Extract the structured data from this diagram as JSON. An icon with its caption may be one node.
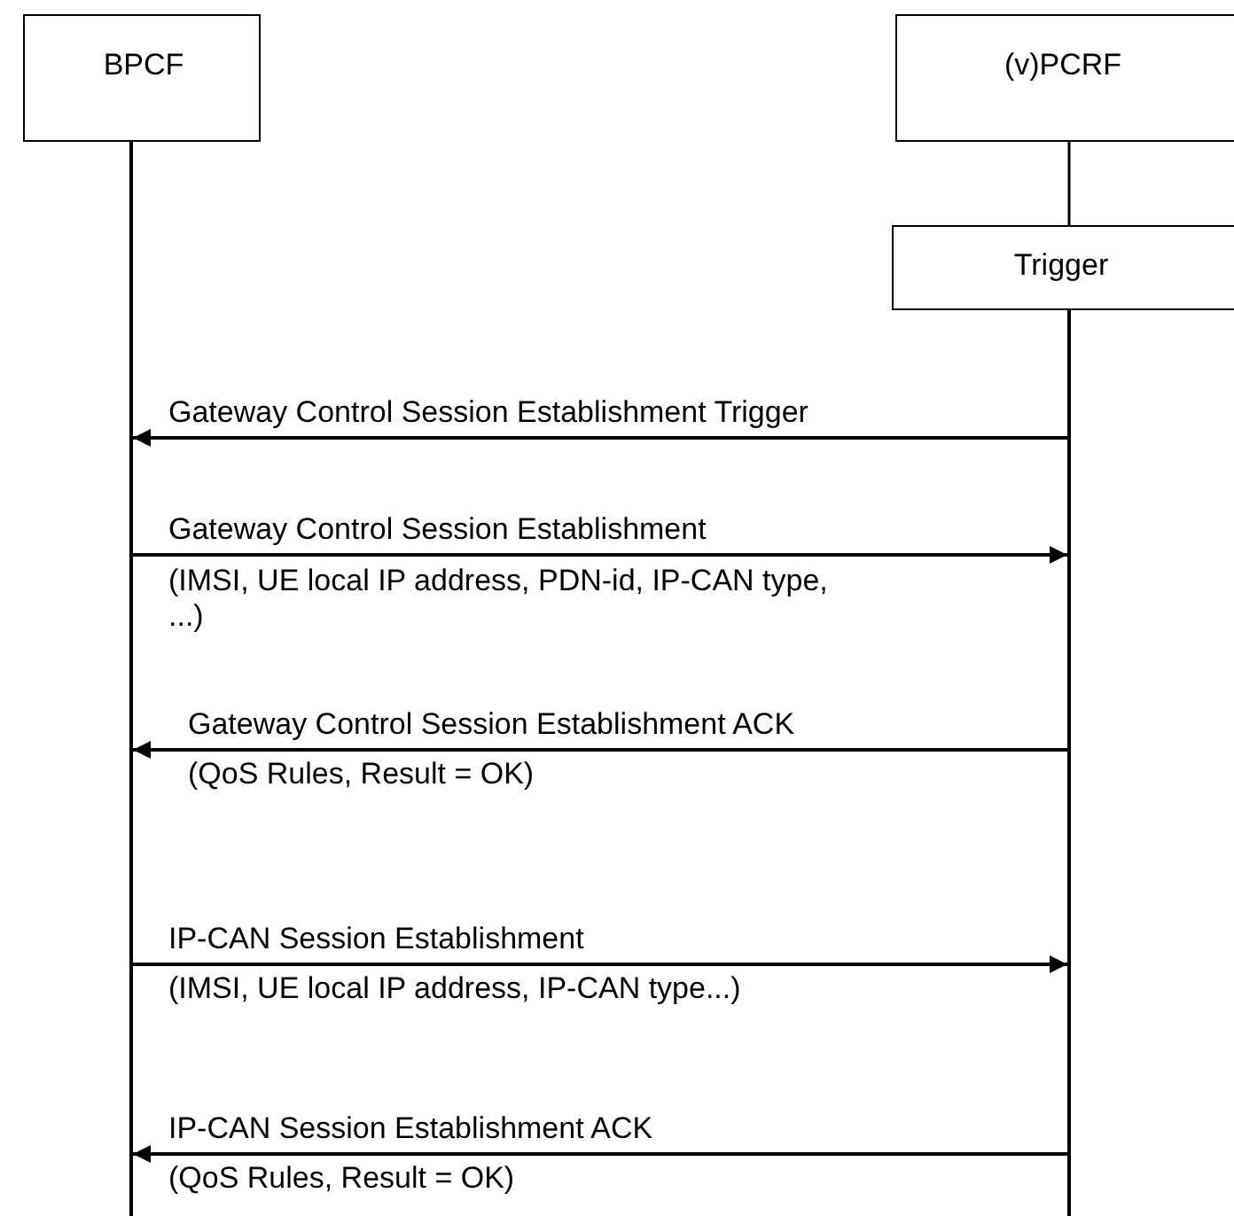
{
  "diagram": {
    "nodes": [
      {
        "text": [
          "BPCF"
        ]
      },
      {
        "text": [
          "(v)PCRF"
        ]
      },
      {
        "text": [
          "Trigger"
        ]
      },
      {
        "text": [],
        "shape": "bar"
      },
      {
        "text": [],
        "shape": "bar"
      }
    ],
    "edges": [
      {
        "from": 1,
        "to": 2,
        "arrow": "none"
      },
      {
        "from": 4,
        "to": 3,
        "arrow": "to",
        "label": "Gateway Control Session Establishment Trigger"
      },
      {
        "from": 3,
        "to": 4,
        "arrow": "to",
        "label": "Gateway Control Session Establishment"
      },
      {
        "from": 4,
        "to": 3,
        "arrow": "to",
        "label": "Gateway Control Session Establishment ACK"
      },
      {
        "from": 3,
        "to": 4,
        "arrow": "to",
        "label": "IP-CAN Session Establishment"
      },
      {
        "from": 4,
        "to": 3,
        "arrow": "to",
        "label": "IP-CAN Session Establishment ACK"
      }
    ],
    "labels": [
      "(IMSI, UE local IP address, PDN-id, IP-CAN type, ...)",
      "(QoS Rules, Result = OK)",
      "(IMSI, UE local IP address, IP-CAN type...)",
      "(QoS Rules, Result = OK)"
    ]
  }
}
